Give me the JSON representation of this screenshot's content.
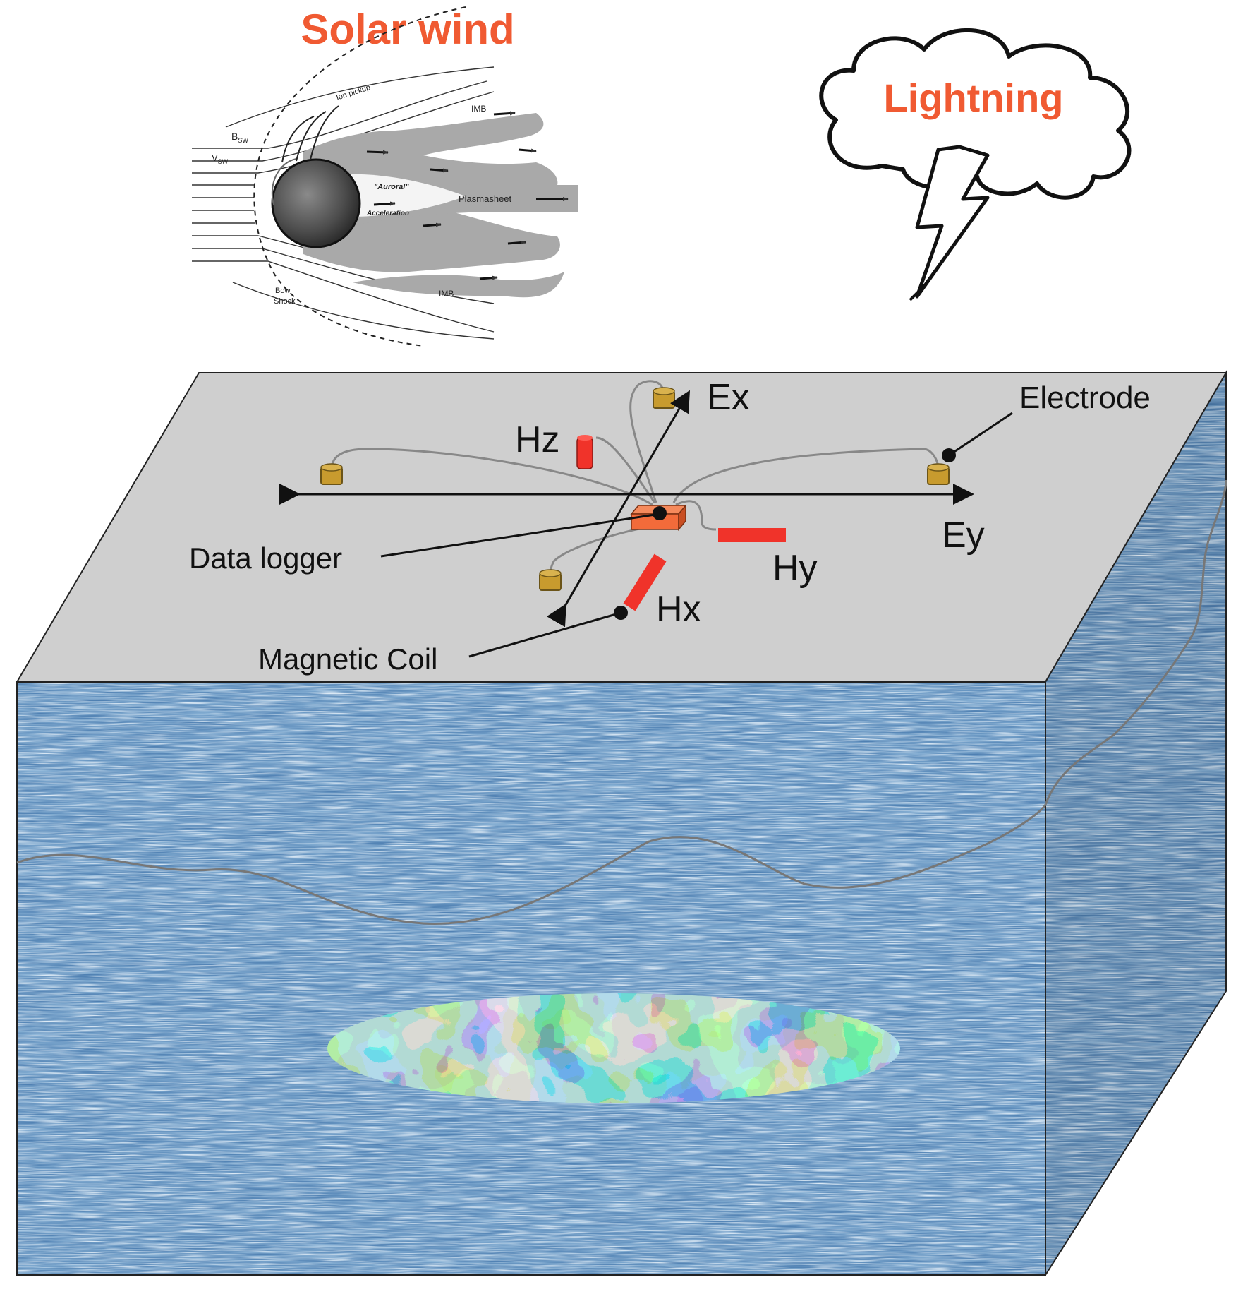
{
  "titles": {
    "solar_wind": "Solar wind",
    "lightning": "Lightning"
  },
  "magnetosphere": {
    "b_sw": "B",
    "b_sw_sub": "SW",
    "v_sw": "V",
    "v_sw_sub": "SW",
    "ion_pickup": "Ion pickup",
    "imb_top": "IMB",
    "imb_bottom": "IMB",
    "auroral": "\"Auroral\"",
    "acceleration": "Acceleration",
    "plasmasheet": "Plasmasheet",
    "bow": "Bow",
    "shock": "Shock"
  },
  "labels": {
    "ex": "Ex",
    "ey": "Ey",
    "hz": "Hz",
    "hx": "Hx",
    "hy": "Hy",
    "electrode": "Electrode",
    "data_logger": "Data logger",
    "magnetic_coil": "Magnetic Coil"
  },
  "colors": {
    "accent_red": "#f05a32",
    "coil_red": "#f0332a",
    "electrode_gold": "#c89b2e",
    "logger_orange": "#f26b3a",
    "surface_gray": "#cfcfcf",
    "ground_blue": "#4f80b2"
  }
}
